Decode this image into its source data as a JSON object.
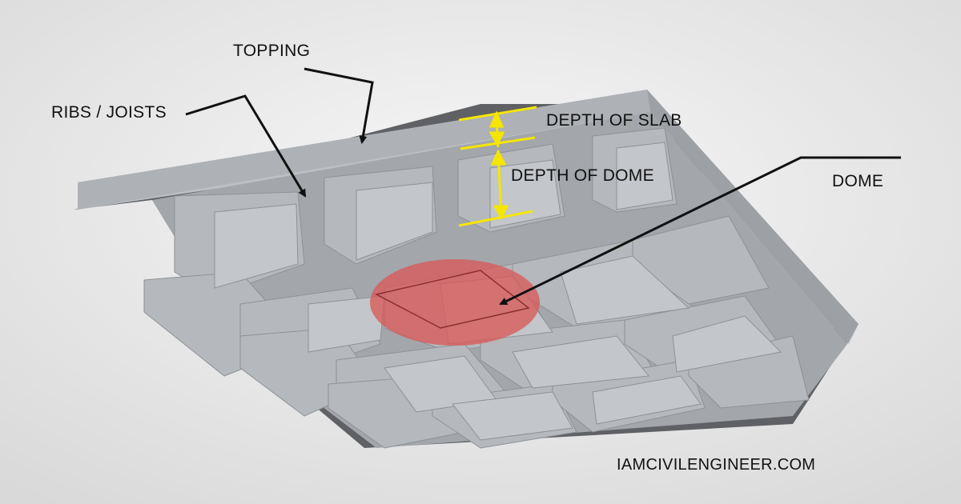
{
  "labels": {
    "topping": "TOPPING",
    "ribs_joists": "RIBS / JOISTS",
    "depth_of_slab": "DEPTH OF SLAB",
    "depth_of_dome": "DEPTH OF DOME",
    "dome": "DOME",
    "website": "IAMCIVILENGINEER.COM"
  },
  "colors": {
    "background": "#ececec",
    "slab_top": "#b9bcc0",
    "slab_side": "#9ea1a5",
    "slab_shadow": "#5d5f62",
    "rib_face": "#a9acb0",
    "rib_dark": "#8f9296",
    "dome_cavity": "#b3b6ba",
    "dimension_lines": "#f5e600",
    "dome_highlight": "#d85a5a",
    "arrows": "#111111"
  }
}
